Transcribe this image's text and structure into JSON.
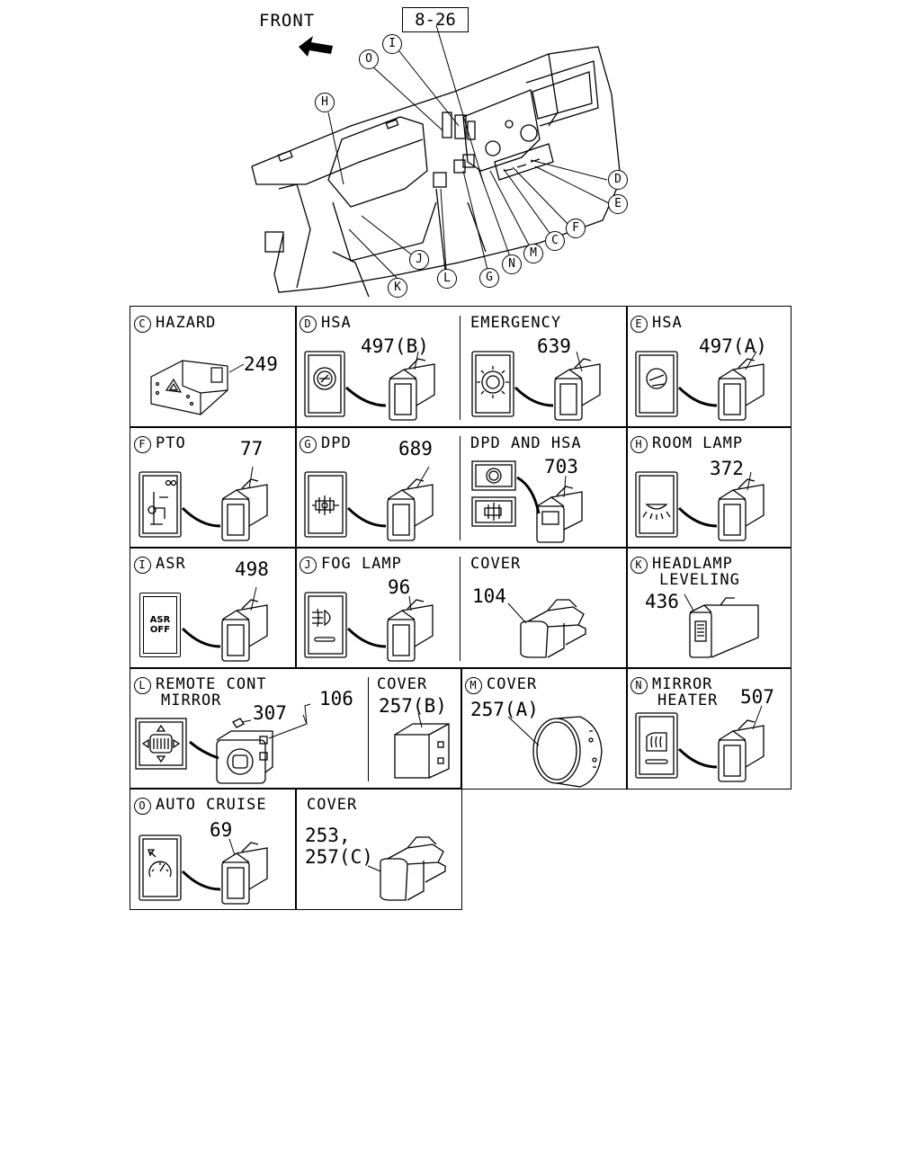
{
  "overview": {
    "front_label": "FRONT",
    "ref_box": "8-26",
    "callouts": [
      "H",
      "O",
      "I",
      "J",
      "K",
      "L",
      "G",
      "N",
      "M",
      "C",
      "F",
      "D",
      "E"
    ]
  },
  "cells": {
    "hazard": {
      "letter": "C",
      "title": "HAZARD",
      "part": "249"
    },
    "hsa_b": {
      "letter": "D",
      "title": "HSA",
      "part": "497(B)"
    },
    "emergency": {
      "title": "EMERGENCY",
      "part": "639"
    },
    "hsa_a": {
      "letter": "E",
      "title": "HSA",
      "part": "497(A)"
    },
    "pto": {
      "letter": "F",
      "title": "PTO",
      "part": "77"
    },
    "dpd": {
      "letter": "G",
      "title": "DPD",
      "part": "689"
    },
    "dpd_hsa": {
      "title": "DPD AND HSA",
      "part": "703"
    },
    "room_lamp": {
      "letter": "H",
      "title": "ROOM LAMP",
      "part": "372"
    },
    "asr": {
      "letter": "I",
      "title": "ASR",
      "part": "498",
      "switch_line1": "ASR",
      "switch_line2": "OFF"
    },
    "fog_lamp": {
      "letter": "J",
      "title": "FOG LAMP",
      "part": "96"
    },
    "cover_104": {
      "title": "COVER",
      "part": "104"
    },
    "headlamp": {
      "letter": "K",
      "title_line1": "HEADLAMP",
      "title_line2": "LEVELING",
      "part": "436"
    },
    "remote_mirror": {
      "letter": "L",
      "title_line1": "REMOTE CONT",
      "title_line2": "MIRROR",
      "part_a": "307",
      "part_b": "106"
    },
    "cover_257b": {
      "title": "COVER",
      "part": "257(B)"
    },
    "cover_257a": {
      "letter": "M",
      "title": "COVER",
      "part": "257(A)"
    },
    "mirror_heater": {
      "letter": "N",
      "title_line1": "MIRROR",
      "title_line2": "HEATER",
      "part": "507"
    },
    "auto_cruise": {
      "letter": "O",
      "title": "AUTO CRUISE",
      "part": "69"
    },
    "cover_253": {
      "title": "COVER",
      "part_line1": "253,",
      "part_line2": "257(C)"
    }
  }
}
